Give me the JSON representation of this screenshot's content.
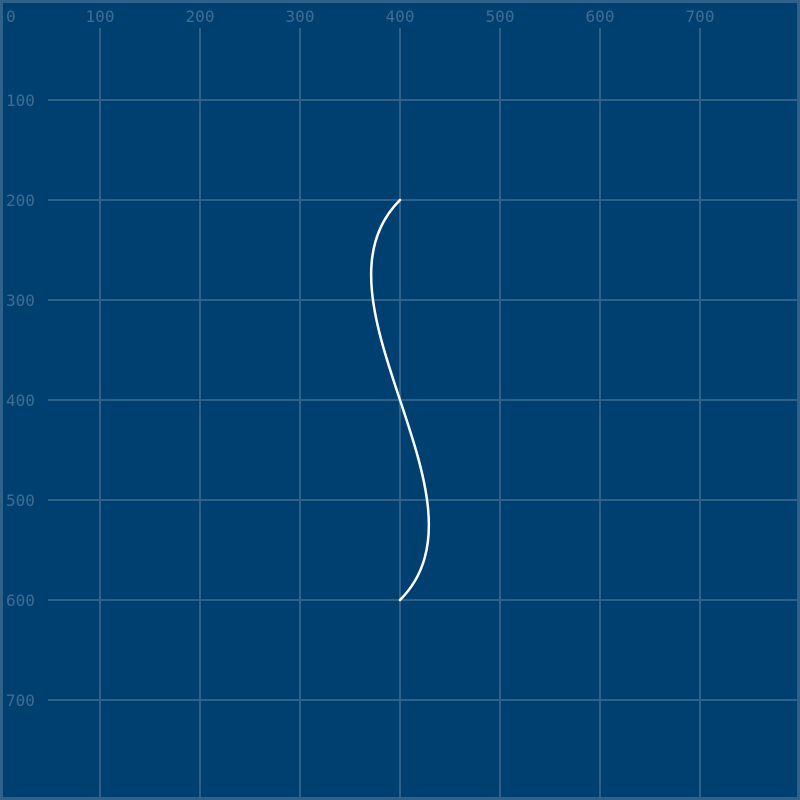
{
  "colors": {
    "background": "#004070",
    "grid": "#2f6189",
    "label": "#3f6e94",
    "curve": "#ffffff"
  },
  "grid": {
    "x_ticks": [
      "0",
      "100",
      "200",
      "300",
      "400",
      "500",
      "600",
      "700"
    ],
    "y_ticks": [
      "100",
      "200",
      "300",
      "400",
      "500",
      "600",
      "700"
    ]
  },
  "curve": {
    "shape": "cubic-bezier-s-curve",
    "start": [
      400,
      200
    ],
    "control1": [
      300,
      300
    ],
    "control2": [
      500,
      500
    ],
    "end": [
      400,
      600
    ]
  }
}
